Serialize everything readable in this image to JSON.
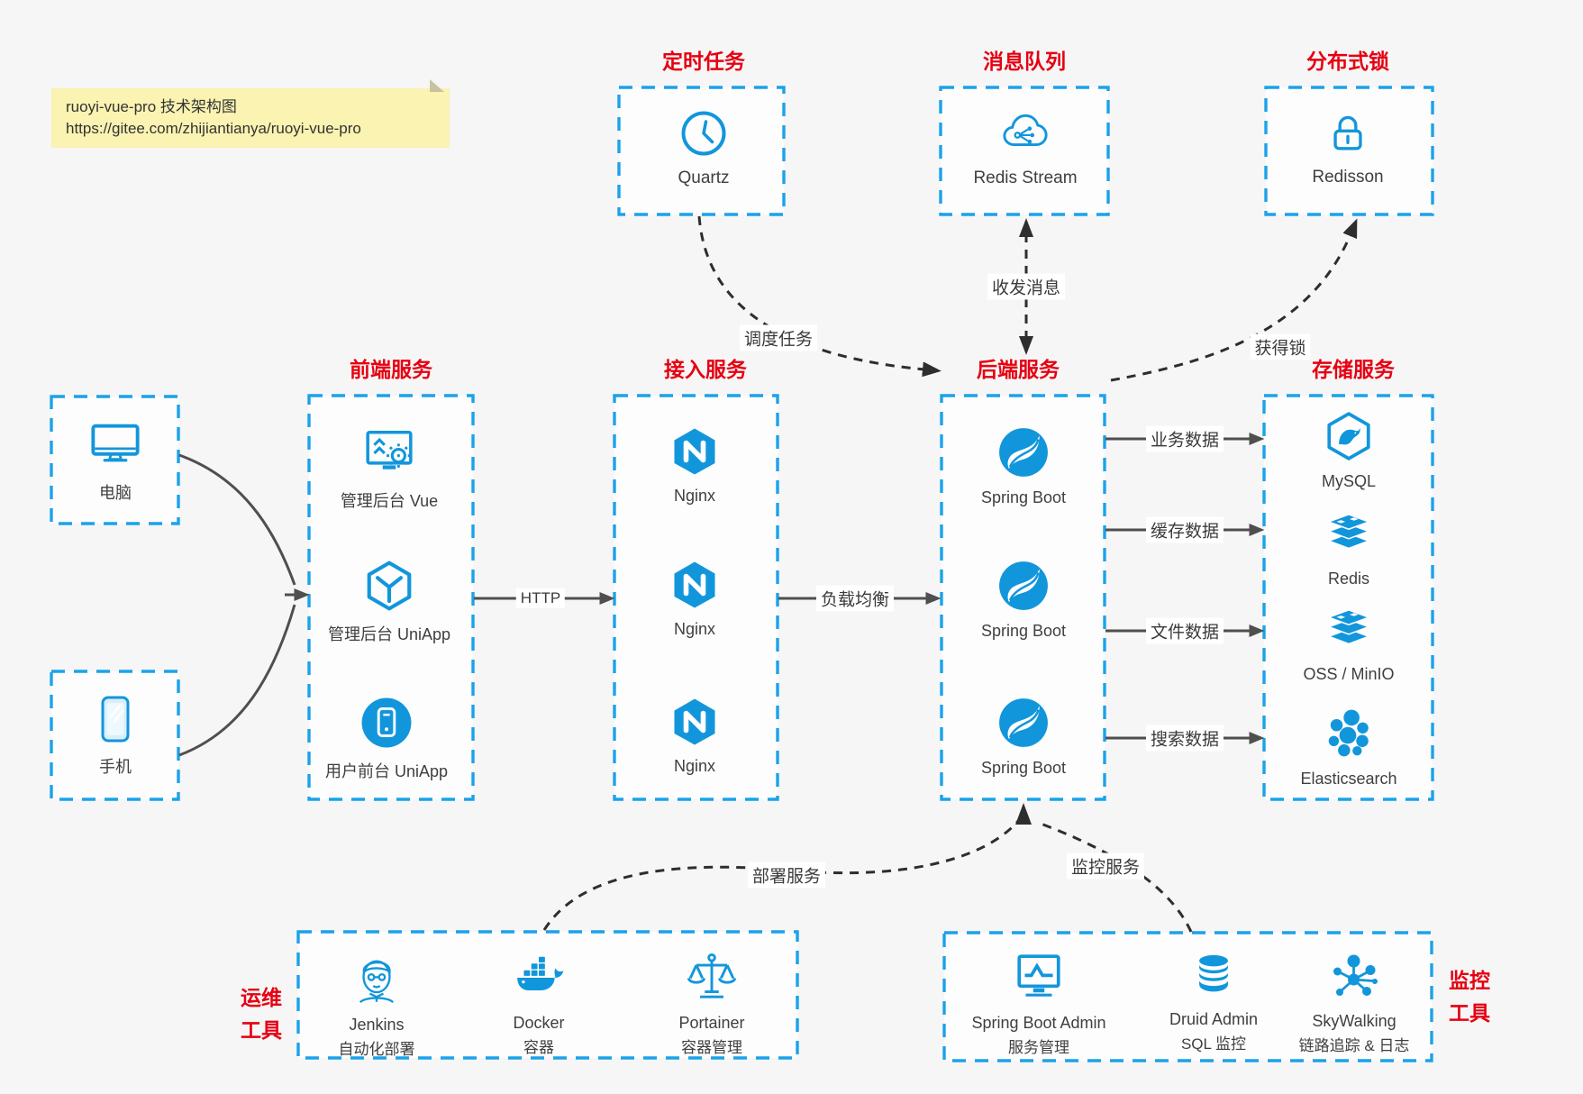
{
  "note": {
    "title_line": "ruoyi-vue-pro 技术架构图",
    "url_line": "https://gitee.com/zhijiantianya/ruoyi-vue-pro"
  },
  "top_groups": [
    {
      "title": "定时任务",
      "item": {
        "label": "Quartz",
        "icon": "clock-icon"
      }
    },
    {
      "title": "消息队列",
      "item": {
        "label": "Redis Stream",
        "icon": "cloud-stream-icon"
      }
    },
    {
      "title": "分布式锁",
      "item": {
        "label": "Redisson",
        "icon": "lock-icon"
      }
    }
  ],
  "clients": [
    {
      "label": "电脑",
      "icon": "desktop-icon"
    },
    {
      "label": "手机",
      "icon": "phone-icon"
    }
  ],
  "columns": [
    {
      "title": "前端服务",
      "items": [
        {
          "label": "管理后台 Vue",
          "icon": "admin-vue-icon"
        },
        {
          "label": "管理后台 UniApp",
          "icon": "uniapp-cube-icon"
        },
        {
          "label": "用户前台 UniApp",
          "icon": "uniapp-phone-icon"
        }
      ]
    },
    {
      "title": "接入服务",
      "items": [
        {
          "label": "Nginx",
          "icon": "nginx-icon"
        },
        {
          "label": "Nginx",
          "icon": "nginx-icon"
        },
        {
          "label": "Nginx",
          "icon": "nginx-icon"
        }
      ]
    },
    {
      "title": "后端服务",
      "items": [
        {
          "label": "Spring Boot",
          "icon": "spring-icon"
        },
        {
          "label": "Spring Boot",
          "icon": "spring-icon"
        },
        {
          "label": "Spring Boot",
          "icon": "spring-icon"
        }
      ]
    },
    {
      "title": "存储服务",
      "items": [
        {
          "label": "MySQL",
          "icon": "mysql-icon"
        },
        {
          "label": "Redis",
          "icon": "redis-icon"
        },
        {
          "label": "OSS / MinIO",
          "icon": "redis-icon"
        },
        {
          "label": "Elasticsearch",
          "icon": "elasticsearch-icon"
        }
      ]
    }
  ],
  "bottom_groups": [
    {
      "side_label": [
        "运维",
        "工具"
      ],
      "items": [
        {
          "name": "Jenkins",
          "desc": "自动化部署",
          "icon": "jenkins-icon"
        },
        {
          "name": "Docker",
          "desc": "容器",
          "icon": "docker-icon"
        },
        {
          "name": "Portainer",
          "desc": "容器管理",
          "icon": "portainer-icon"
        }
      ]
    },
    {
      "side_label": [
        "监控",
        "工具"
      ],
      "items": [
        {
          "name": "Spring Boot Admin",
          "desc": "服务管理",
          "icon": "spring-boot-admin-icon"
        },
        {
          "name": "Druid Admin",
          "desc": "SQL 监控",
          "icon": "druid-icon"
        },
        {
          "name": "SkyWalking",
          "desc": "链路追踪 & 日志",
          "icon": "skywalking-icon"
        }
      ]
    }
  ],
  "edge_labels": {
    "http": "HTTP",
    "load_balance": "负载均衡",
    "schedule": "调度任务",
    "message": "收发消息",
    "lock": "获得锁",
    "business": "业务数据",
    "cache": "缓存数据",
    "file": "文件数据",
    "search": "搜索数据",
    "deploy": "部署服务",
    "monitor": "监控服务"
  },
  "colors": {
    "accent_blue": "#1296db",
    "box_border_blue": "#1ba2ea",
    "title_red": "#e60012",
    "arrow_gray": "#4f4f4f",
    "dashed_dark": "#2e2e2e",
    "note_yellow": "#faf3b1"
  }
}
